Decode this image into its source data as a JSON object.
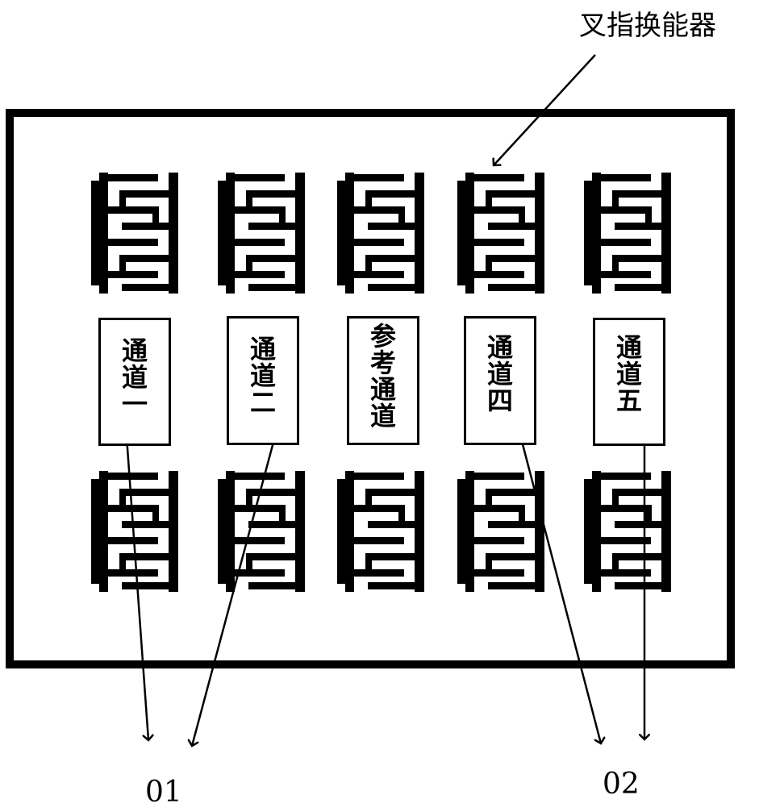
{
  "top_label": "叉指换能器",
  "channels": [
    {
      "label": "通道一",
      "chars": [
        "通",
        "道",
        "一"
      ]
    },
    {
      "label": "通道二",
      "chars": [
        "通",
        "道",
        "二"
      ]
    },
    {
      "label": "参考通道",
      "chars": [
        "参",
        "考",
        "通",
        "道"
      ]
    },
    {
      "label": "通道四",
      "chars": [
        "通",
        "道",
        "四"
      ]
    },
    {
      "label": "通道五",
      "chars": [
        "通",
        "道",
        "五"
      ]
    }
  ],
  "output_labels": {
    "left": "01",
    "right": "02"
  },
  "colors": {
    "stroke": "#000000",
    "background": "#ffffff"
  }
}
